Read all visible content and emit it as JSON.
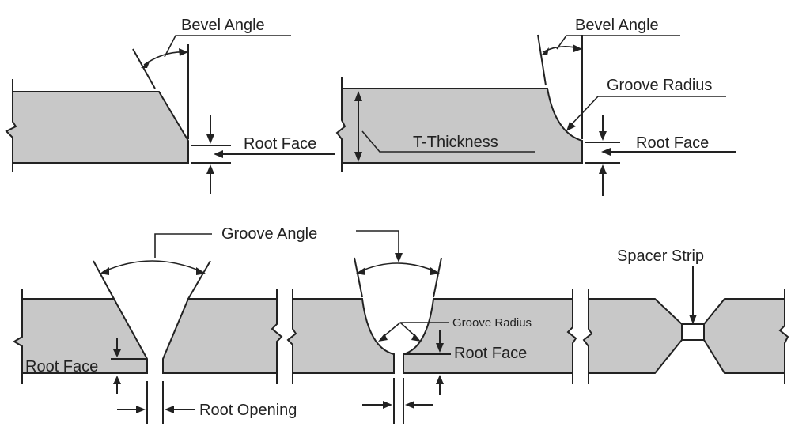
{
  "colors": {
    "plate_fill": "#c8c8c8",
    "line": "#222222",
    "background": "#ffffff"
  },
  "labels": {
    "bevel_angle": "Bevel Angle",
    "root_face": "Root Face",
    "groove_radius": "Groove Radius",
    "t_thickness": "T-Thickness",
    "groove_angle": "Groove Angle",
    "root_opening": "Root Opening",
    "spacer_strip": "Spacer Strip"
  }
}
